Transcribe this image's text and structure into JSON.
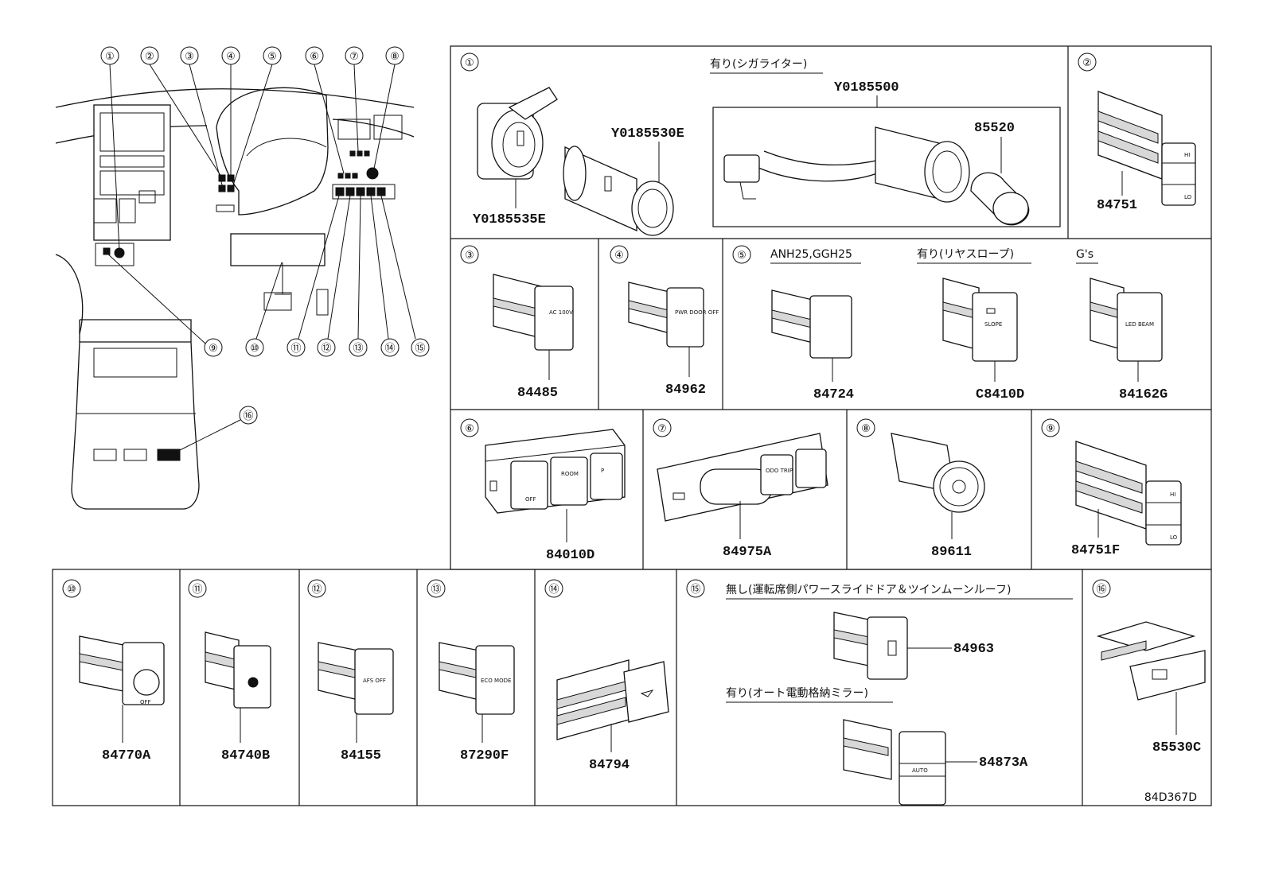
{
  "drawing_id": "84D367D",
  "overview": {
    "top_callouts": [
      "①",
      "②",
      "③",
      "④",
      "⑤",
      "⑥",
      "⑦",
      "⑧"
    ],
    "bottom_callouts": [
      "⑨",
      "⑩",
      "⑪",
      "⑫",
      "⑬",
      "⑭",
      "⑮"
    ],
    "console_callout": "⑯"
  },
  "panels": {
    "p1": {
      "index": "①",
      "note": "有り(シガライター)",
      "parts": [
        "Y0185535E",
        "Y0185530E",
        "Y0185500",
        "85520"
      ]
    },
    "p2": {
      "index": "②",
      "part": "84751",
      "labels": [
        "HI",
        "LO"
      ]
    },
    "p3": {
      "index": "③",
      "part": "84485",
      "label": "AC 100V"
    },
    "p4": {
      "index": "④",
      "part": "84962",
      "label": "PWR DOOR OFF"
    },
    "p5": {
      "index": "⑤",
      "cond_a": "ANH25,GGH25",
      "cond_b": "有り(リヤスロープ)",
      "cond_c": "G's",
      "parts": [
        "84724",
        "C8410D",
        "84162G"
      ],
      "labels": [
        "SLOPE",
        "LED BEAM"
      ]
    },
    "p6": {
      "index": "⑥",
      "part": "84010D",
      "labels": [
        "OFF",
        "ROOM",
        "P"
      ]
    },
    "p7": {
      "index": "⑦",
      "part": "84975A",
      "labels": [
        "ODO TRIP"
      ]
    },
    "p8": {
      "index": "⑧",
      "part": "89611"
    },
    "p9": {
      "index": "⑨",
      "part": "84751F",
      "labels": [
        "HI",
        "LO"
      ]
    },
    "p10": {
      "index": "⑩",
      "part": "84770A",
      "labels": [
        "OFF"
      ]
    },
    "p11": {
      "index": "⑪",
      "part": "84740B"
    },
    "p12": {
      "index": "⑫",
      "part": "84155",
      "label": "AFS OFF"
    },
    "p13": {
      "index": "⑬",
      "part": "87290F",
      "label": "ECO MODE"
    },
    "p14": {
      "index": "⑭",
      "part": "84794"
    },
    "p15": {
      "index": "⑮",
      "note_a": "無し(運転席側パワースライドドア＆ツインムーンルーフ)",
      "part_a": "84963",
      "note_b": "有り(オート電動格納ミラー)",
      "part_b": "84873A",
      "label": "AUTO"
    },
    "p16": {
      "index": "⑯",
      "part": "85530C"
    }
  }
}
